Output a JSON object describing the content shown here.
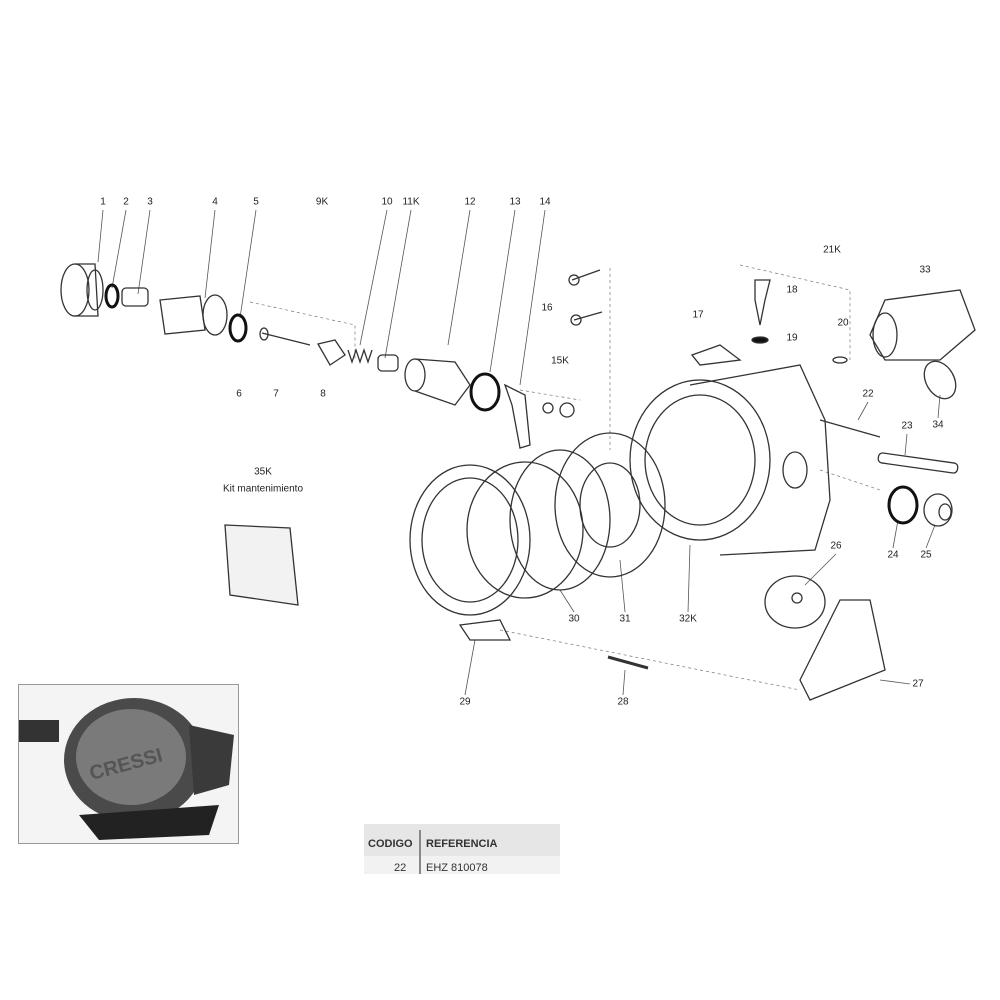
{
  "labels": [
    "1",
    "2",
    "3",
    "4",
    "5",
    "9K",
    "10",
    "11K",
    "12",
    "13",
    "14",
    "21K",
    "33",
    "18",
    "16",
    "17",
    "20",
    "19",
    "15K",
    "6",
    "7",
    "8",
    "22",
    "23",
    "34",
    "26",
    "24",
    "25",
    "30",
    "31",
    "32K",
    "27",
    "29",
    "28"
  ],
  "kit": {
    "code": "35K",
    "name": "Kit mantenimiento"
  },
  "photo": {
    "brand": "CRESSI"
  },
  "table": {
    "headers": [
      "CODIGO",
      "REFERENCIA"
    ],
    "rows": [
      {
        "codigo": "22",
        "referencia": "EHZ 810078"
      }
    ]
  },
  "colors": {
    "line": "#333333",
    "table_bg": "#e6e6e6"
  }
}
